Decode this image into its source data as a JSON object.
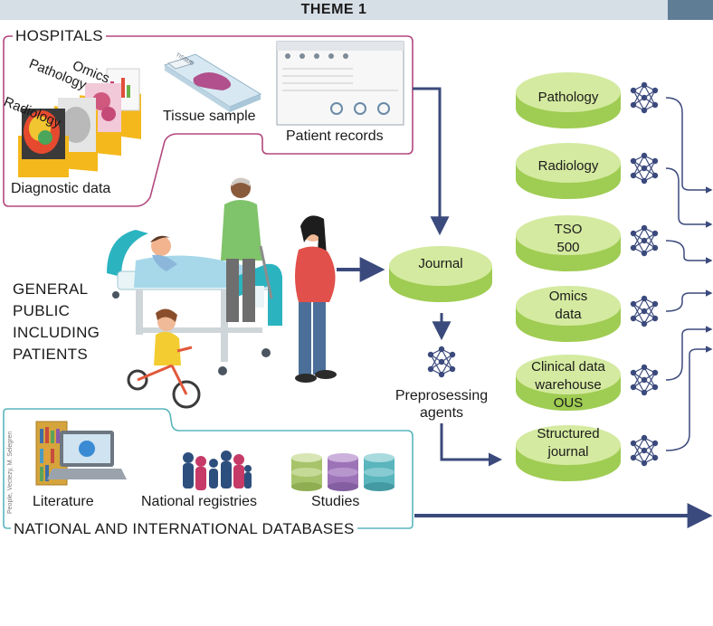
{
  "header": {
    "title": "THEME 1"
  },
  "hospitals": {
    "title": "HOSPITALS",
    "diagnostic_label": "Diagnostic data",
    "tissue_label": "Tissue sample",
    "records_label": "Patient records",
    "stack_labels": [
      "Radiology",
      "Pathology",
      "Omics"
    ],
    "slide_text": "TISSUE"
  },
  "public": {
    "lines": [
      "GENERAL",
      "PUBLIC",
      "INCLUDING",
      "PATIENTS"
    ]
  },
  "databases": {
    "title": "NATIONAL AND INTERNATIONAL DATABASES",
    "literature": "Literature",
    "registries": "National registries",
    "studies": "Studies",
    "credit": "People, Vectezy, M. Selegren"
  },
  "center": {
    "journal": "Journal",
    "preprocessing": [
      "Preprosessing",
      "agents"
    ],
    "structured": [
      "Structured",
      "journal"
    ]
  },
  "right_discs": [
    {
      "lines": [
        "Pathology"
      ]
    },
    {
      "lines": [
        "Radiology"
      ]
    },
    {
      "lines": [
        "TSO",
        "500"
      ]
    },
    {
      "lines": [
        "Omics",
        "data"
      ]
    },
    {
      "lines": [
        "Clinical data",
        "warehouse",
        "OUS"
      ]
    },
    {
      "lines": [
        "Structured",
        "journal"
      ]
    }
  ],
  "colors": {
    "disc_top": "#d4eaa0",
    "disc_side": "#9fcc52",
    "arrow": "#3b4a7c",
    "hospital_border": "#b3487f",
    "database_border": "#5ab5bd",
    "header_bar": "#d6dee6",
    "header_accent": "#5f7d95"
  },
  "icons": [
    "neural-network-icon",
    "book-shelf-icon",
    "laptop-icon",
    "people-icon",
    "database-stack-icon",
    "hospital-bed-icon",
    "doctor-icon",
    "patient-icon",
    "pregnant-woman-icon",
    "child-on-bike-icon"
  ]
}
